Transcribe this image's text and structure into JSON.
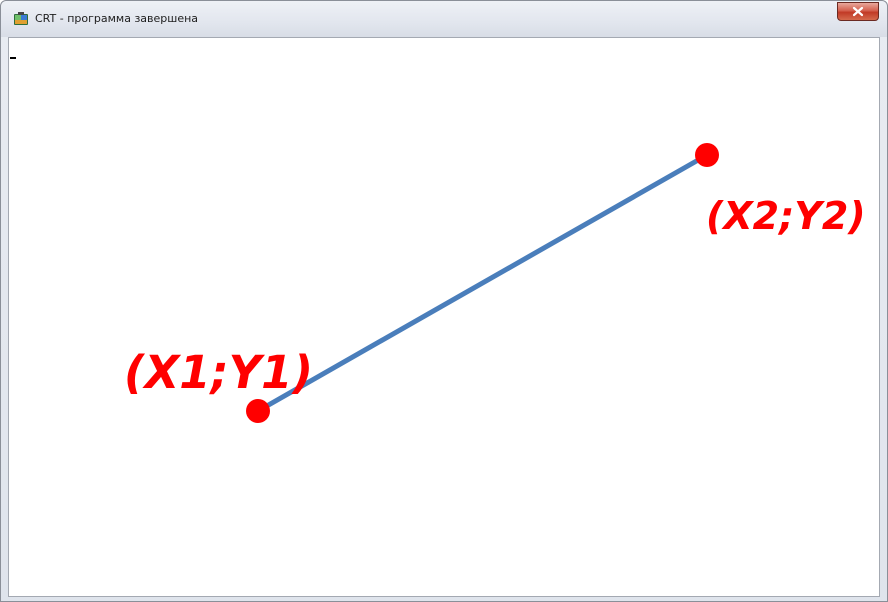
{
  "window": {
    "title": "CRT - программа завершена",
    "close_label": "x"
  },
  "drawing": {
    "line_color": "#4a7ebb",
    "point_color": "#ff0000",
    "point1_label": "(X1;Y1)",
    "point2_label": "(X2;Y2)"
  }
}
